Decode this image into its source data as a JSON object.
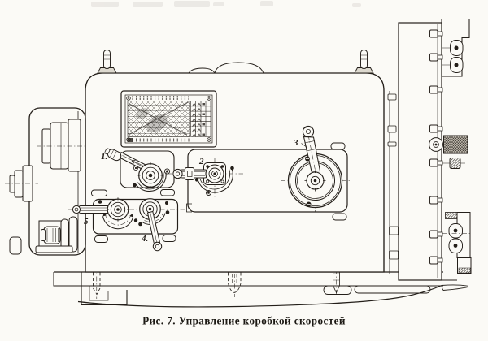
{
  "caption": "Рис. 7. Управление коробкой скоростей",
  "callouts": {
    "c1": "1.",
    "c2": "2",
    "c3": "3",
    "c4": "4.",
    "c5": "5"
  },
  "colors": {
    "ink": "#241f1a",
    "paper": "#fbfaf6"
  }
}
